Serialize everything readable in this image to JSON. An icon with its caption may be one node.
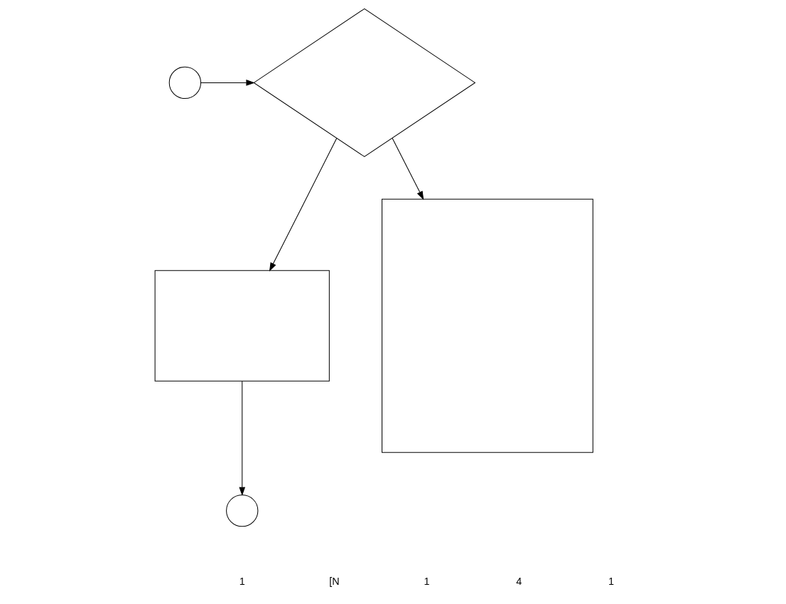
{
  "diagram": {
    "nodes": [
      {
        "text": [],
        "shape": "circle"
      },
      {
        "text": [],
        "shape": "diamond"
      },
      {
        "text": [],
        "shape": "box"
      },
      {
        "text": [],
        "shape": "box"
      },
      {
        "text": [],
        "shape": "circle"
      }
    ],
    "edges": [
      {
        "from": 0,
        "to": 1,
        "arrow": "to"
      },
      {
        "from": 1,
        "to": 3,
        "arrow": "to"
      },
      {
        "from": 1,
        "to": 2,
        "arrow": "to"
      },
      {
        "from": 3,
        "to": 4,
        "arrow": "to"
      }
    ],
    "labels": [
      "1",
      "[N",
      "1",
      "4",
      "1"
    ]
  }
}
